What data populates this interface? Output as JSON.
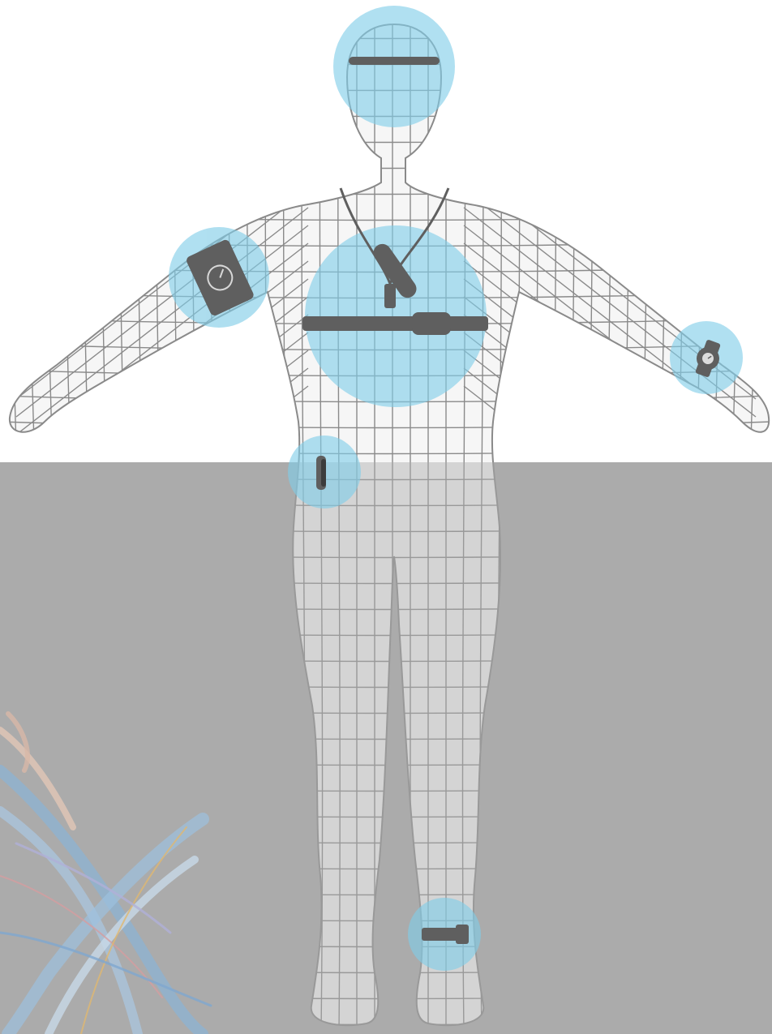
{
  "figure": {
    "background_color": "#ffffff",
    "lower_band_color": "#ababab",
    "mesh_color": "#8a8a8a",
    "highlight_color": "#7fcde8",
    "device_color": "#5f5f5f"
  },
  "sensors": [
    {
      "id": "head",
      "device": "headband-icon"
    },
    {
      "id": "chest",
      "device": "chest-strap-icon"
    },
    {
      "id": "neck",
      "device": "pendant-icon"
    },
    {
      "id": "upper-arm",
      "device": "armband-gauge-icon"
    },
    {
      "id": "wrist",
      "device": "watch-icon"
    },
    {
      "id": "hip",
      "device": "clip-icon"
    },
    {
      "id": "ankle",
      "device": "ankle-band-icon"
    }
  ],
  "decoration": {
    "cables": "cable-bundle-icon"
  }
}
